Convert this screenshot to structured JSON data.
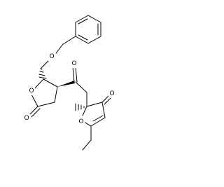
{
  "atoms": {
    "ether_oxygen": "O",
    "ring_oxygen_left": "O",
    "lactone_carbonyl_oxygen": "O",
    "ketone_oxygen": "O",
    "ring_oxygen_right": "O",
    "furanone_carbonyl_oxygen": "O"
  },
  "colors": {
    "bond": "#000000",
    "label": "#000000",
    "background": "#ffffff"
  }
}
